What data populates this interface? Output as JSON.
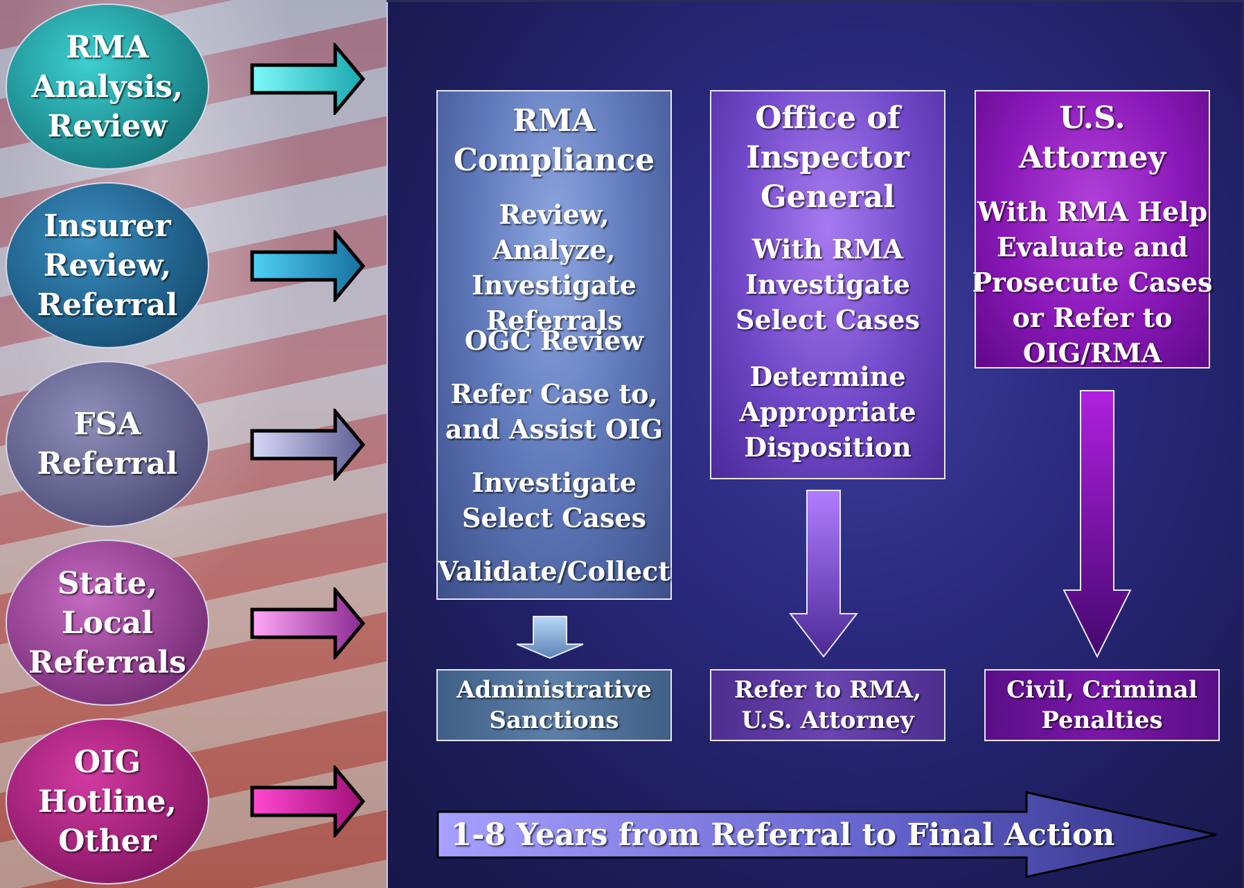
{
  "sources": [
    {
      "label": "RMA\nAnalysis,\nReview",
      "color": "#3ee8e8"
    },
    {
      "label": "Insurer\nReview,\nReferral",
      "color": "#2ea8e0"
    },
    {
      "label": "FSA\nReferral",
      "color": "#9b9bd6"
    },
    {
      "label": "State,\nLocal\nReferrals",
      "color": "#e070e0"
    },
    {
      "label": "OIG\nHotline,\nOther",
      "color": "#f020b8"
    }
  ],
  "columns": [
    {
      "heading": "RMA\nCompliance",
      "items": [
        "Review, Analyze,\nInvestigate\nReferrals",
        "OGC Review",
        "Refer Case to,\nand Assist OIG",
        "Investigate\nSelect Cases",
        "Validate/Collect"
      ],
      "outcome": "Administrative\nSanctions"
    },
    {
      "heading": "Office of\nInspector\nGeneral",
      "items": [
        "With RMA\nInvestigate\nSelect Cases",
        "Determine\nAppropriate\nDisposition"
      ],
      "outcome": "Refer to RMA,\nU.S. Attorney"
    },
    {
      "heading": "U.S.\nAttorney",
      "items": [
        "With RMA Help\nEvaluate and\nProsecute Cases\nor Refer to\nOIG/RMA"
      ],
      "outcome": "Civil, Criminal\nPenalties"
    }
  ],
  "timeline": "1-8 Years from Referral to Final Action"
}
